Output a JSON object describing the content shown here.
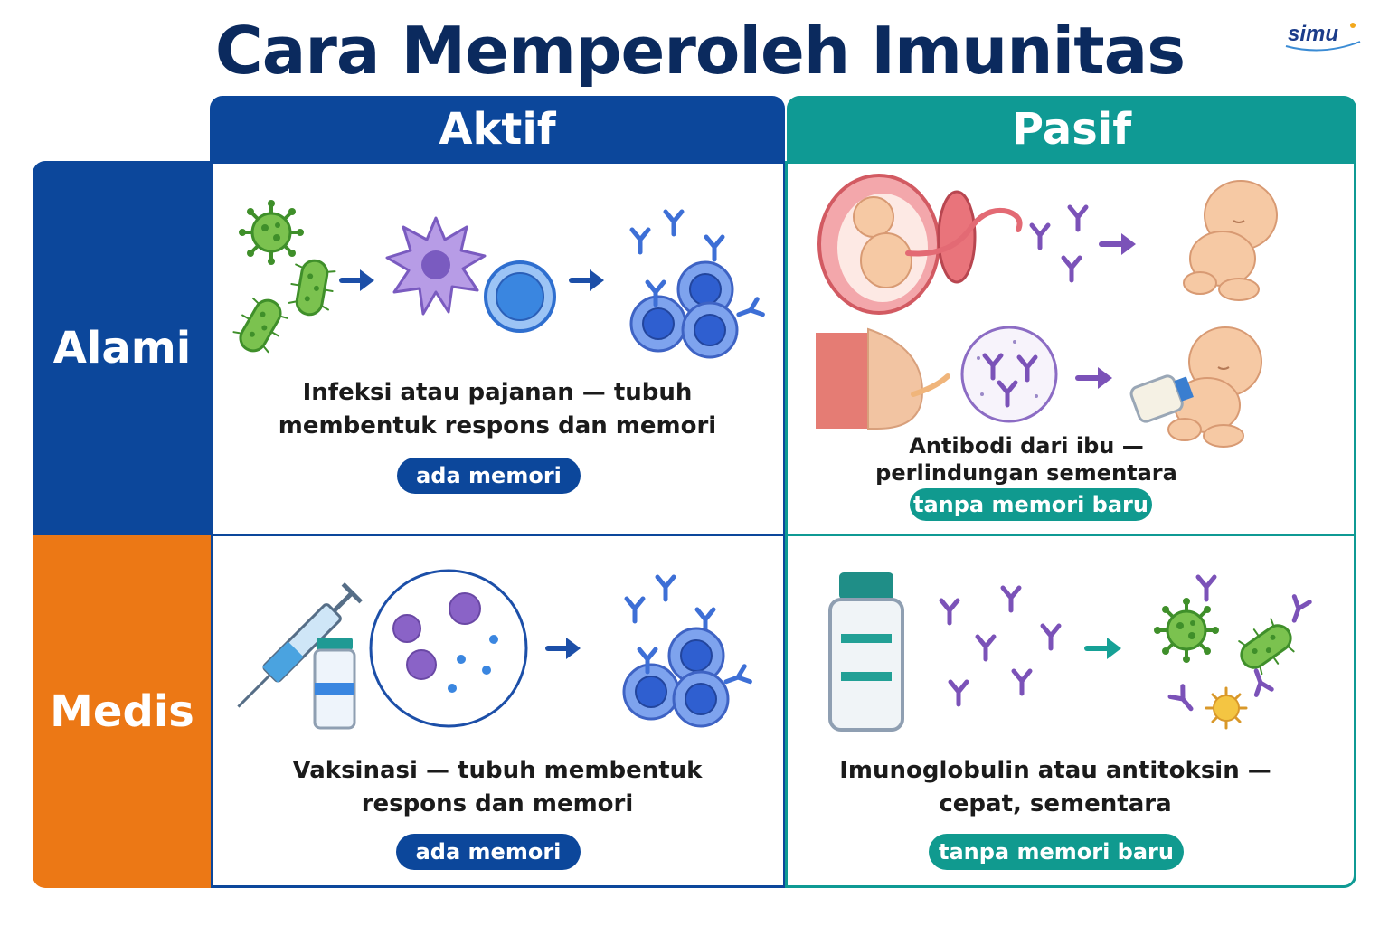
{
  "title": "Cara Memperoleh Imunitas",
  "logo": "simu",
  "columns": {
    "aktif": "Aktif",
    "pasif": "Pasif"
  },
  "rows": {
    "alami": "Alami",
    "medis": "Medis"
  },
  "cells": {
    "alami_aktif": {
      "caption_line1": "Infeksi atau pajanan — tubuh",
      "caption_line2": "membentuk respons dan memori",
      "badge": "ada memori"
    },
    "alami_pasif": {
      "caption_line1": "Antibodi dari ibu —",
      "caption_line2": "perlindungan sementara",
      "badge": "tanpa memori baru"
    },
    "medis_aktif": {
      "caption_line1": "Vaksinasi — tubuh membentuk",
      "caption_line2": "respons dan memori",
      "badge": "ada memori"
    },
    "medis_pasif": {
      "caption_line1": "Imunoglobulin atau antitoksin —",
      "caption_line2": "cepat, sementara",
      "badge": "tanpa memori baru"
    }
  },
  "colors": {
    "navy": "#0b2a5e",
    "aktif_blue": "#0c479b",
    "pasif_teal": "#0f9a94",
    "medis_orange": "#ec7815",
    "antibody_purple": "#7b52b8",
    "cell_blue": "#4f7fe0",
    "virus_green": "#6ab040"
  }
}
